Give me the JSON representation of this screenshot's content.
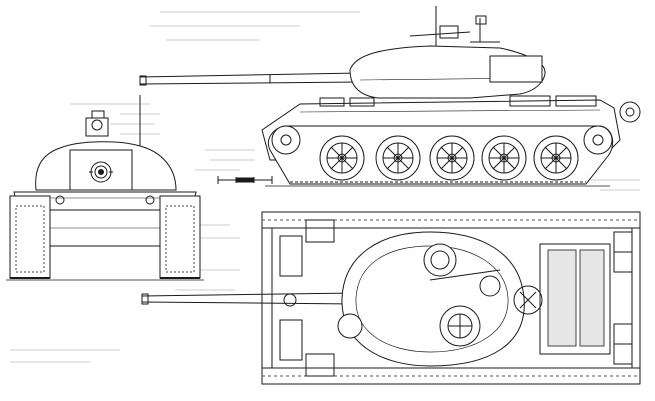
{
  "drawing": {
    "subject": "tank-blueprint",
    "views": [
      {
        "id": "front-view"
      },
      {
        "id": "side-view"
      },
      {
        "id": "top-view"
      }
    ],
    "scale_bar": {
      "visible": true,
      "segments": 3
    },
    "colors": {
      "background": "#ffffff",
      "ink": "#1a1a1a",
      "ink_light": "#6a6a6a",
      "faint_text": "#cfcfcf"
    },
    "faint_background_text_blocks": 6
  }
}
